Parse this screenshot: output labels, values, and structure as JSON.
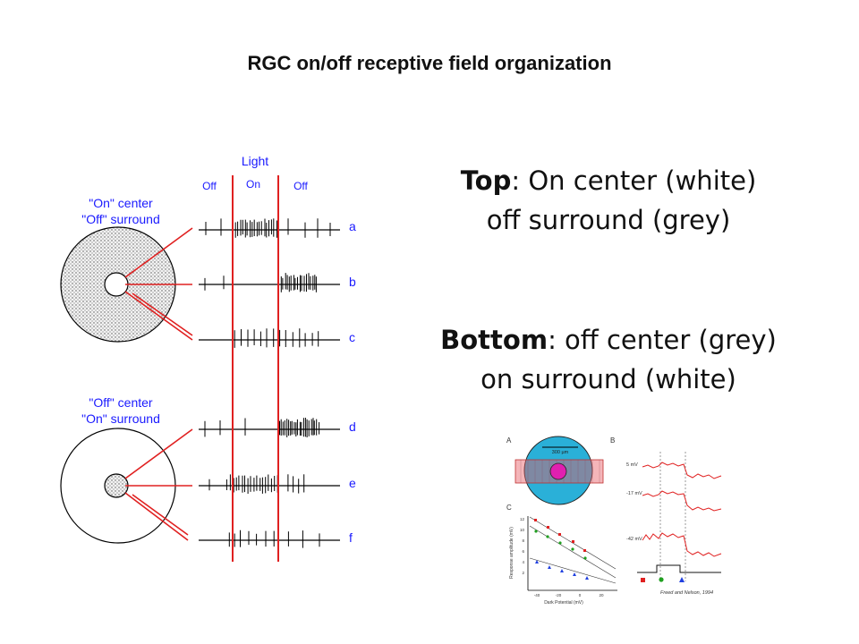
{
  "title": "RGC on/off receptive field organization",
  "top_text": {
    "bold": "Top",
    "rest": ": On center (white)",
    "line2": "off surround (grey)"
  },
  "bottom_text": {
    "bold": "Bottom",
    "rest": ": off center (grey)",
    "line2": "on surround (white)"
  },
  "diagram": {
    "light_label": "Light",
    "phase_labels": [
      "Off",
      "On",
      "Off"
    ],
    "on_center_label": [
      "\"On\" center",
      "\"Off\" surround"
    ],
    "off_center_label": [
      "\"Off\" center",
      "\"On\" surround"
    ],
    "trace_labels": [
      "a",
      "b",
      "c",
      "d",
      "e",
      "f"
    ]
  },
  "inset": {
    "panel_labels": [
      "A",
      "B",
      "C"
    ],
    "scale_label": "300 µm",
    "voltages": [
      "5 mV",
      "-17 mV",
      "-42 mV"
    ],
    "y_axis": "Response amplitude (mV)",
    "x_axis": "Dark Potential (mV)",
    "x_ticks": [
      "-40",
      "-20",
      "0",
      "20"
    ],
    "y_ticks": [
      "12",
      "10",
      "8",
      "6",
      "4",
      "2"
    ],
    "credit": "Freed and Nelson, 1994"
  }
}
